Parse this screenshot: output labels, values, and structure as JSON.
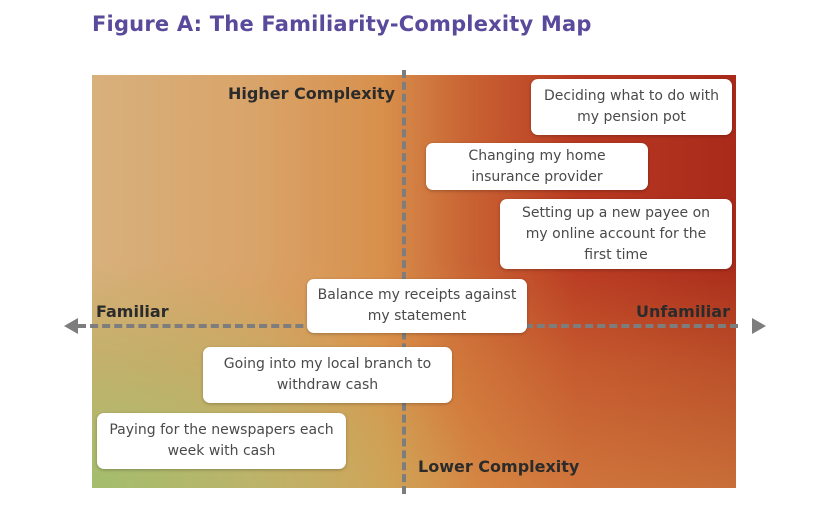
{
  "title": "Figure A: The Familiarity-Complexity Map",
  "axes": {
    "top": "Higher Complexity",
    "bottom": "Lower Complexity",
    "left": "Familiar",
    "right": "Unfamiliar"
  },
  "colors": {
    "title": "#5a4a9b",
    "unfamiliar_complex": "#a92a1a",
    "familiar_complex": "#d8b07c",
    "familiar_simple": "#a0be6e",
    "axis": "#7d7d7d"
  },
  "items": [
    {
      "text": "Deciding what to do with my pension pot"
    },
    {
      "text": "Changing my home insurance provider"
    },
    {
      "text": "Setting up a new payee on my online account for the first time"
    },
    {
      "text": "Balance my receipts against my statement"
    },
    {
      "text": "Going into my local branch to withdraw cash"
    },
    {
      "text": "Paying for the newspapers each week with cash"
    }
  ]
}
